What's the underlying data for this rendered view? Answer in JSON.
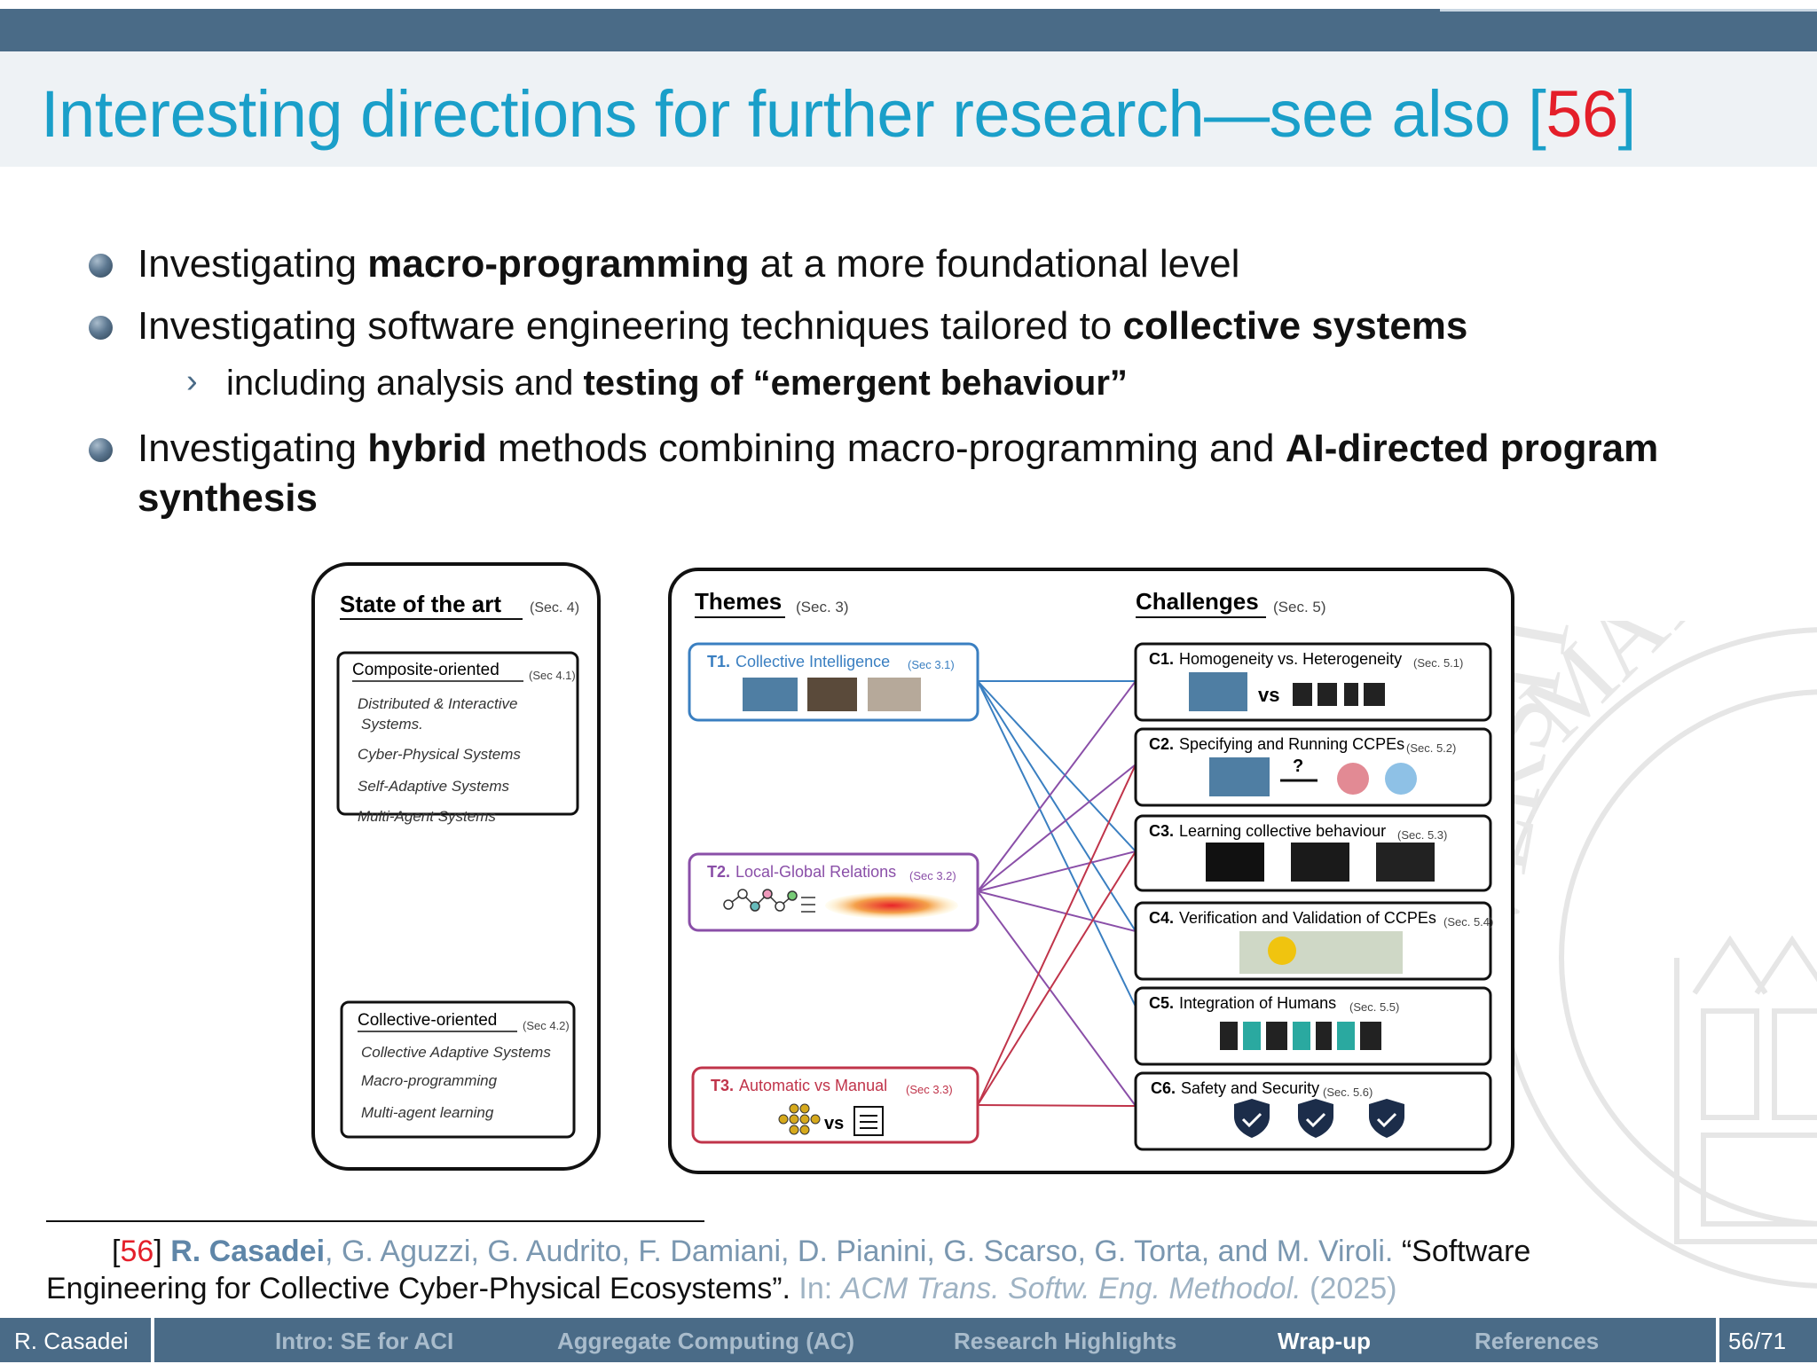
{
  "slide": {
    "title_main": "Interesting directions for further research—see also [",
    "title_ref": "56",
    "title_close": "]"
  },
  "bullets": [
    {
      "pre": "Investigating ",
      "bold": "macro-programming",
      "post": " at a more foundational level"
    },
    {
      "pre": "Investigating software engineering techniques tailored to ",
      "bold": "collective systems",
      "post": ""
    },
    {
      "pre": "Investigating ",
      "bold": "hybrid",
      "mid": " methods combining macro-programming and ",
      "bold2": "AI-directed program",
      "line2": "synthesis"
    }
  ],
  "subbullet": {
    "pre": "including analysis and ",
    "bold": "testing of “emergent behaviour”"
  },
  "figure": {
    "soa": {
      "title": "State of the art",
      "sec": "(Sec. 4)"
    },
    "composite": {
      "title": "Composite-oriented",
      "sec": "(Sec 4.1)",
      "items": [
        "Distributed & Interactive",
        "Systems.",
        "Cyber-Physical Systems",
        "Self-Adaptive Systems",
        "Multi-Agent Systems"
      ]
    },
    "collective": {
      "title": "Collective-oriented",
      "sec": "(Sec 4.2)",
      "items": [
        "Collective Adaptive Systems",
        "Macro-programming",
        "Multi-agent learning"
      ]
    },
    "themes": {
      "title": "Themes",
      "sec": "(Sec. 3)"
    },
    "t1": {
      "id": "T1.",
      "label": "Collective Intelligence",
      "sec": "(Sec 3.1)"
    },
    "t2": {
      "id": "T2.",
      "label": "Local-Global Relations",
      "sec": "(Sec 3.2)"
    },
    "t3": {
      "id": "T3.",
      "label": "Automatic vs Manual",
      "sec": "(Sec 3.3)",
      "vs": "vs"
    },
    "challenges": {
      "title": "Challenges",
      "sec": "(Sec. 5)"
    },
    "c1": {
      "id": "C1.",
      "label": "Homogeneity vs. Heterogeneity",
      "sec": "(Sec. 5.1)",
      "vs": "vs"
    },
    "c2": {
      "id": "C2.",
      "label": "Specifying and Running CCPEs",
      "sec": "(Sec. 5.2)",
      "q": "?"
    },
    "c3": {
      "id": "C3.",
      "label": "Learning collective behaviour",
      "sec": "(Sec. 5.3)"
    },
    "c4": {
      "id": "C4.",
      "label": "Verification and Validation of CCPEs",
      "sec": "(Sec. 5.4)"
    },
    "c5": {
      "id": "C5.",
      "label": "Integration of Humans",
      "sec": "(Sec. 5.5)"
    },
    "c6": {
      "id": "C6.",
      "label": "Safety and Security",
      "sec": "(Sec. 5.6)"
    }
  },
  "footnote": {
    "num": "56",
    "me": "R. Casadei",
    "authors": ", G. Aguzzi, G. Audrito, F. Damiani, D. Pianini, G. Scarso, G. Torta, and M. Viroli.",
    "title_line1": " “Software",
    "title_line2": "Engineering for Collective Cyber-Physical Ecosystems”.",
    "in": " In: ",
    "venue": "ACM Trans. Softw. Eng. Methodol.",
    "year": " (2025)"
  },
  "footer": {
    "author": "R. Casadei",
    "sections": [
      "Intro: SE for ACI",
      "Aggregate Computing (AC)",
      "Research Highlights",
      "Wrap-up",
      "References"
    ],
    "active": "Wrap-up",
    "page": "56/71"
  },
  "colors": {
    "title": "#1a9fc9",
    "ref": "#e41f2a",
    "bar": "#4a6b87",
    "t1": "#3a7fc1",
    "t2": "#8a4fa8",
    "t3": "#c0344a"
  }
}
